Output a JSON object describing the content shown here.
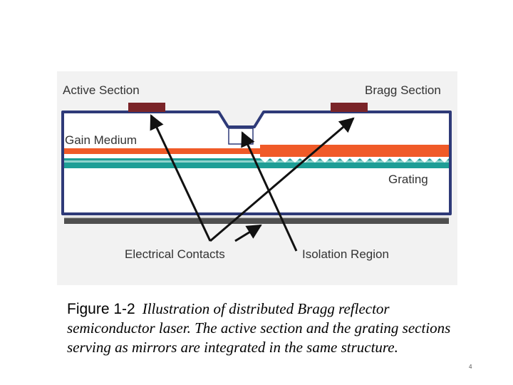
{
  "diagram": {
    "labels": {
      "active_section": "Active Section",
      "bragg_section": "Bragg Section",
      "gain_medium": "Gain Medium",
      "grating": "Grating",
      "electrical_contacts": "Electrical Contacts",
      "isolation_region": "Isolation Region"
    },
    "colors": {
      "background_panel": "#f2f2f2",
      "outline": "#2e3a78",
      "contact": "#7a2428",
      "gain_layer": "#f05a28",
      "grating_layer": "#1e9e96",
      "substrate": "#4f4f4f",
      "arrow": "#111111"
    }
  },
  "caption": {
    "label": "Figure 1-2",
    "text": "Illustration of distributed Bragg reflector semiconductor laser. The active section and the grating sections serving as mirrors are integrated in the same structure."
  },
  "page_number": "4"
}
